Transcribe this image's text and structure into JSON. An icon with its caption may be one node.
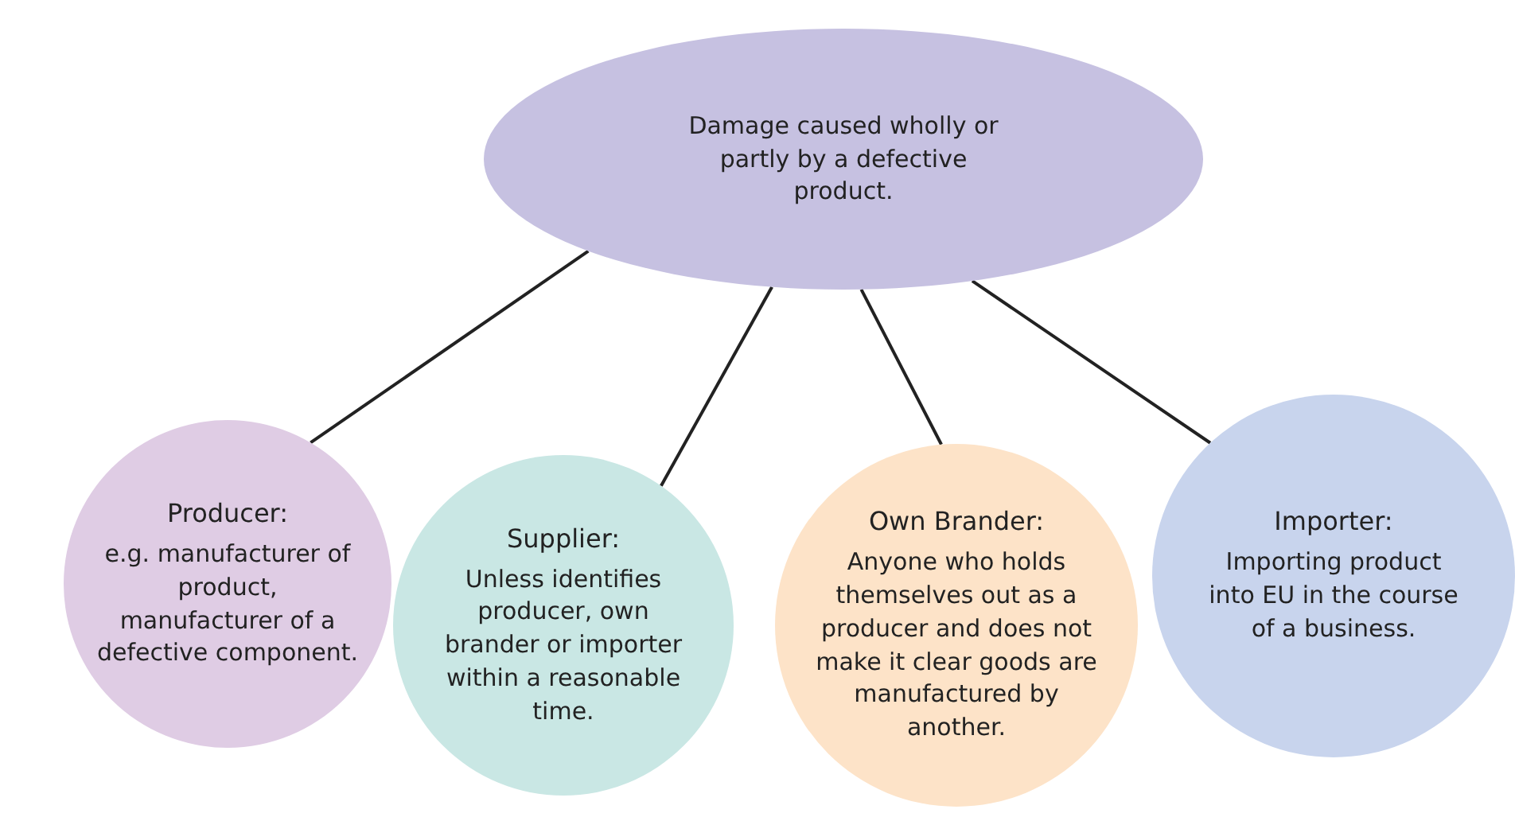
{
  "diagram": {
    "nodes": [
      {
        "text": [
          "Damage caused wholly or partly by a defective product."
        ]
      },
      {
        "text": [
          "Producer:",
          "e.g. manufacturer of product, manufacturer of a defective component."
        ]
      },
      {
        "text": [
          "Supplier:",
          "Unless identifies producer, own brander or importer within a reasonable time."
        ]
      },
      {
        "text": [
          "Own Brander:",
          "Anyone who holds themselves out as a producer and does not make it clear goods are manufactured by another."
        ]
      },
      {
        "text": [
          "Importer:",
          "Importing product into EU in the course of a business."
        ]
      }
    ],
    "edges": [
      {
        "from": 0,
        "to": 1,
        "arrow": "none"
      },
      {
        "from": 0,
        "to": 2,
        "arrow": "none"
      },
      {
        "from": 0,
        "to": 3,
        "arrow": "none"
      },
      {
        "from": 0,
        "to": 4,
        "arrow": "none"
      }
    ]
  }
}
